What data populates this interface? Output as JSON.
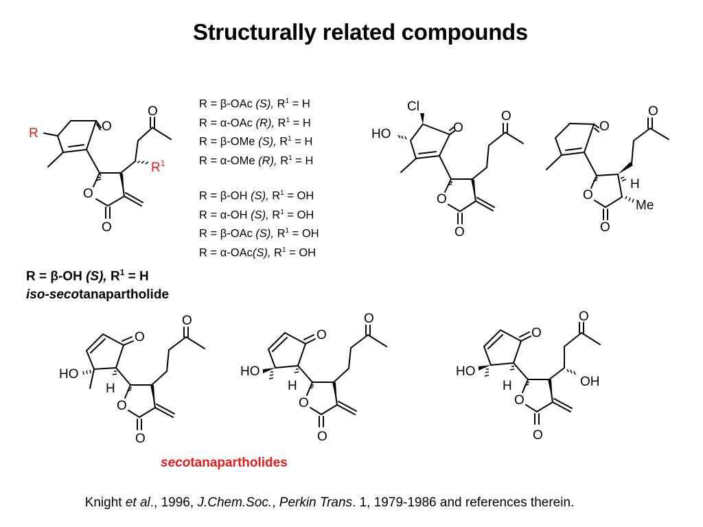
{
  "title": "Structurally related compounds",
  "substituent_list": {
    "group1": [
      {
        "prefix": "R = ",
        "greek": "β",
        "sub": "-OAc ",
        "config": "(S),",
        "r1": " R",
        "sup": "1",
        "val": " = H"
      },
      {
        "prefix": "R = ",
        "greek": "α",
        "sub": "-OAc ",
        "config": "(R),",
        "r1": " R",
        "sup": "1",
        "val": " = H"
      },
      {
        "prefix": "R = ",
        "greek": "β",
        "sub": "-OMe ",
        "config": "(S),",
        "r1": " R",
        "sup": "1",
        "val": " = H"
      },
      {
        "prefix": "R = ",
        "greek": "α",
        "sub": "-OMe ",
        "config": "(R),",
        "r1": " R",
        "sup": "1",
        "val": " = H"
      }
    ],
    "group2": [
      {
        "prefix": "R = ",
        "greek": "β",
        "sub": "-OH ",
        "config": "(S),",
        "r1": " R",
        "sup": "1",
        "val": " = OH"
      },
      {
        "prefix": "R = ",
        "greek": "α",
        "sub": "-OH ",
        "config": "(S),",
        "r1": " R",
        "sup": "1",
        "val": " = OH"
      },
      {
        "prefix": "R = ",
        "greek": "β",
        "sub": "-OAc ",
        "config": "(S),",
        "r1": " R",
        "sup": "1",
        "val": " = OH"
      },
      {
        "prefix": "R = ",
        "greek": "α",
        "sub": "-OAc",
        "config": "(S),",
        "r1": " R",
        "sup": "1",
        "val": " = OH"
      }
    ]
  },
  "featured": {
    "prefix": "R = ",
    "greek": "β",
    "sub": "-OH ",
    "config": "(S),",
    "r1": " R",
    "sup": "1",
    "val": " = H",
    "name_italic": "iso-seco",
    "name_rest": "tanapartholide"
  },
  "group_label": {
    "italic": "seco",
    "rest": "tanapartholides"
  },
  "citation": {
    "authors": "Knight ",
    "etal": "et al",
    "year": "., 1996, ",
    "journal": "J.Chem.Soc.",
    "sep": ", ",
    "series": "Perkin Trans",
    "rest": ". 1, 1979-1986 and references therein."
  },
  "atom_labels": {
    "O": "O",
    "R": "R",
    "R1": "R",
    "R1_sup": "1",
    "Cl": "Cl",
    "HO": "HO",
    "OH": "OH",
    "H": "H",
    "Me": "Me"
  },
  "colors": {
    "highlight": "#e31b1b",
    "text": "#000000",
    "background": "#ffffff"
  }
}
